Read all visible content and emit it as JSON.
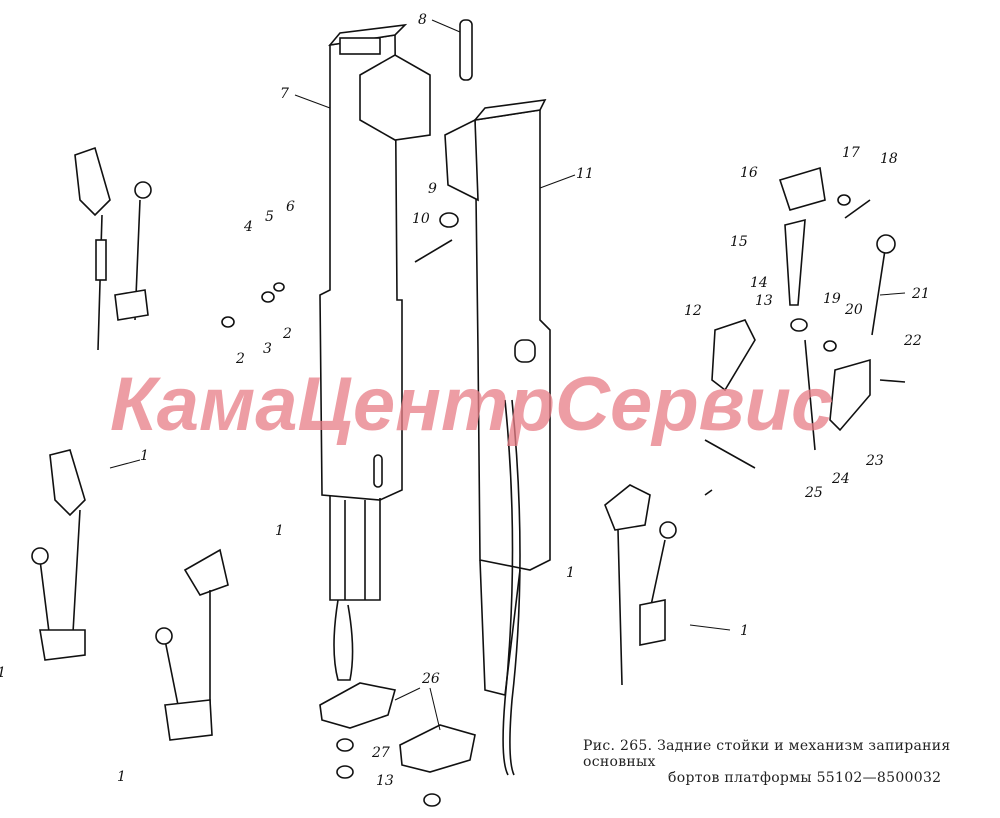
{
  "caption": {
    "line1": "Рис. 265. Задние стойки и механизм запирания основных",
    "line2": "бортов платформы 55102—8500032"
  },
  "watermark": "КамаЦентрСервис",
  "labels": [
    "8",
    "7",
    "11",
    "9",
    "10",
    "4",
    "5",
    "6",
    "2",
    "3",
    "2",
    "16",
    "17",
    "18",
    "15",
    "14",
    "13",
    "12",
    "19",
    "20",
    "21",
    "22",
    "23",
    "24",
    "25",
    "1",
    "1",
    "1",
    "1",
    "1",
    "26",
    "27",
    "13",
    "1"
  ]
}
